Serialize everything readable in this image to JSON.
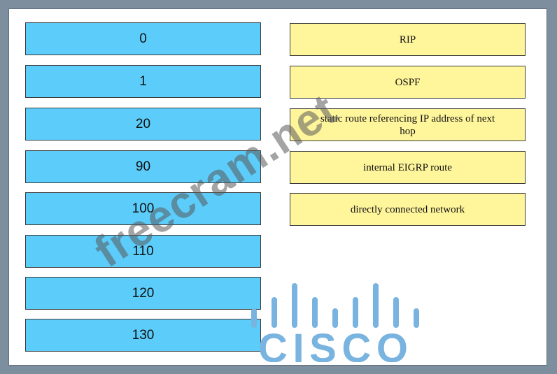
{
  "numbers": [
    "0",
    "1",
    "20",
    "90",
    "100",
    "110",
    "120",
    "130"
  ],
  "labels": [
    "RIP",
    "OSPF",
    "static route referencing IP address of next hop",
    "internal EIGRP route",
    "directly connected network"
  ],
  "watermark": "freecram.net",
  "logo": {
    "text": "CISCO",
    "color": "#79b4e0"
  }
}
